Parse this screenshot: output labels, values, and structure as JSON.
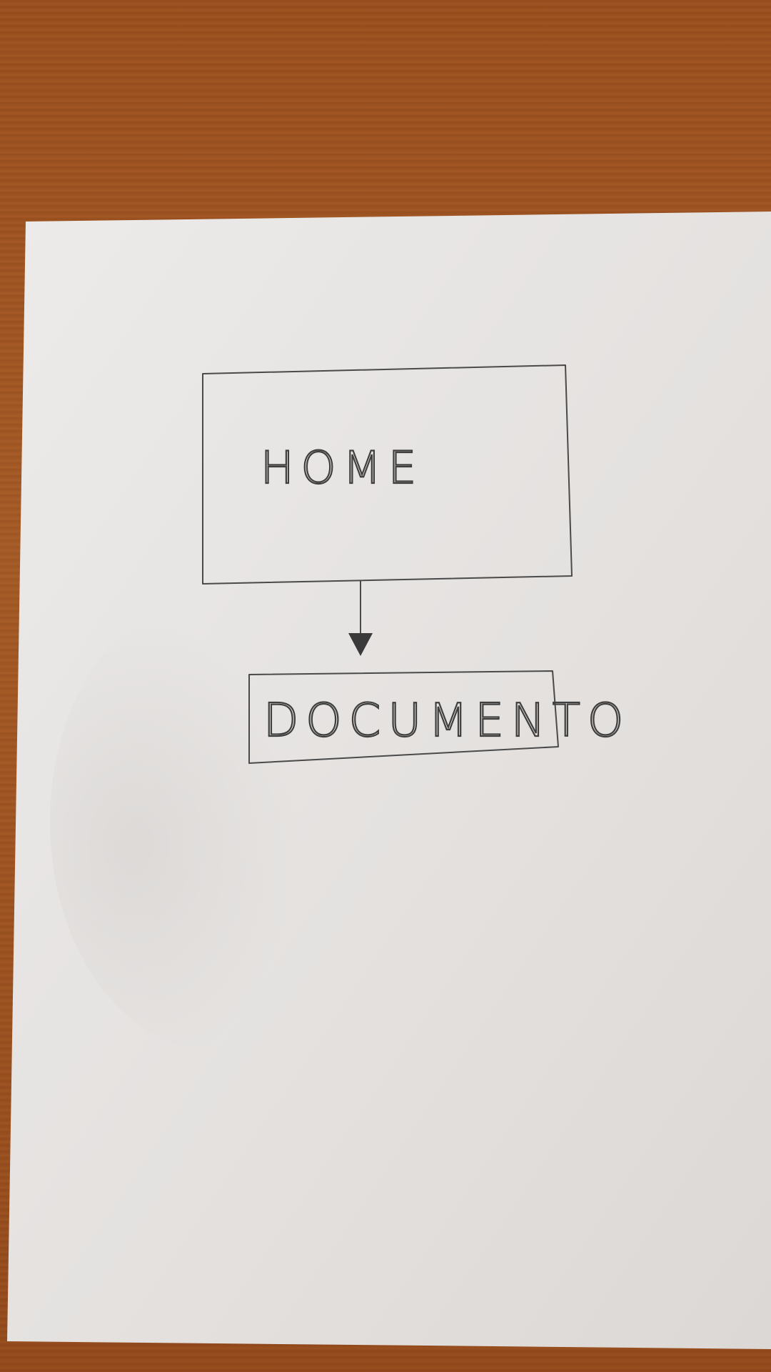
{
  "diagram": {
    "nodes": [
      {
        "id": "home",
        "label": "HOME"
      },
      {
        "id": "documento",
        "label": "DOCUMENTO"
      }
    ],
    "edges": [
      {
        "from": "home",
        "to": "documento",
        "arrowhead": "filled-triangle"
      }
    ]
  },
  "colors": {
    "table_wood": "#9a4f1f",
    "paper": "#e9e6e4",
    "pencil": "#3f3f3f"
  }
}
